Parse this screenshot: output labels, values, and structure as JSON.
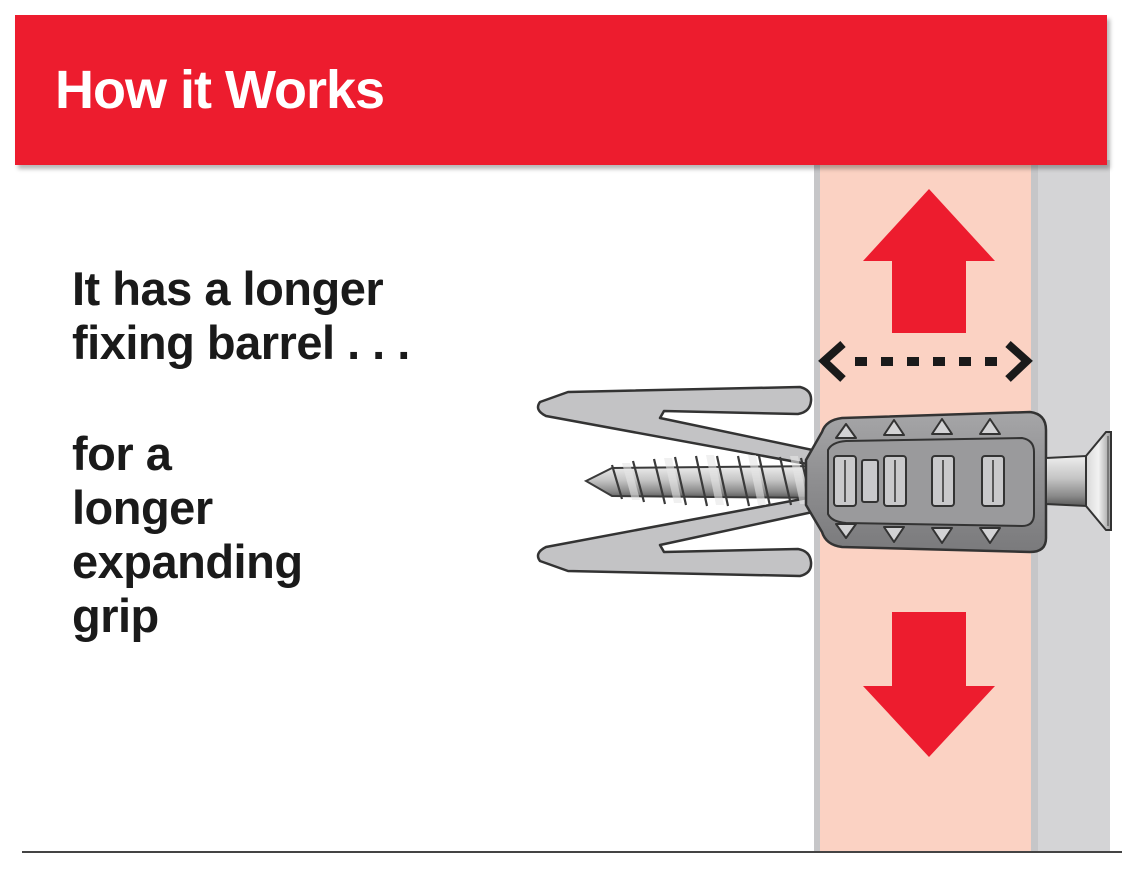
{
  "header": {
    "title": "How it Works",
    "background_color": "#ed1c2e",
    "text_color": "#ffffff"
  },
  "captions": {
    "line_1": [
      "It has a longer",
      "fixing barrel . . ."
    ],
    "line_2": [
      "for a",
      "longer",
      "expanding",
      "grip"
    ]
  },
  "illustration": {
    "wall_board_color": "#fbd2c3",
    "wall_backing_color": "#d4d4d6",
    "arrow_color": "#ed1c2e",
    "plug_color": "#8e8e90",
    "arrows": [
      "up-arrow-icon",
      "down-arrow-icon",
      "double-headed-dotted-arrow-icon"
    ],
    "parts": [
      "wall-plug",
      "screw",
      "plug-wings",
      "screw-head"
    ]
  }
}
